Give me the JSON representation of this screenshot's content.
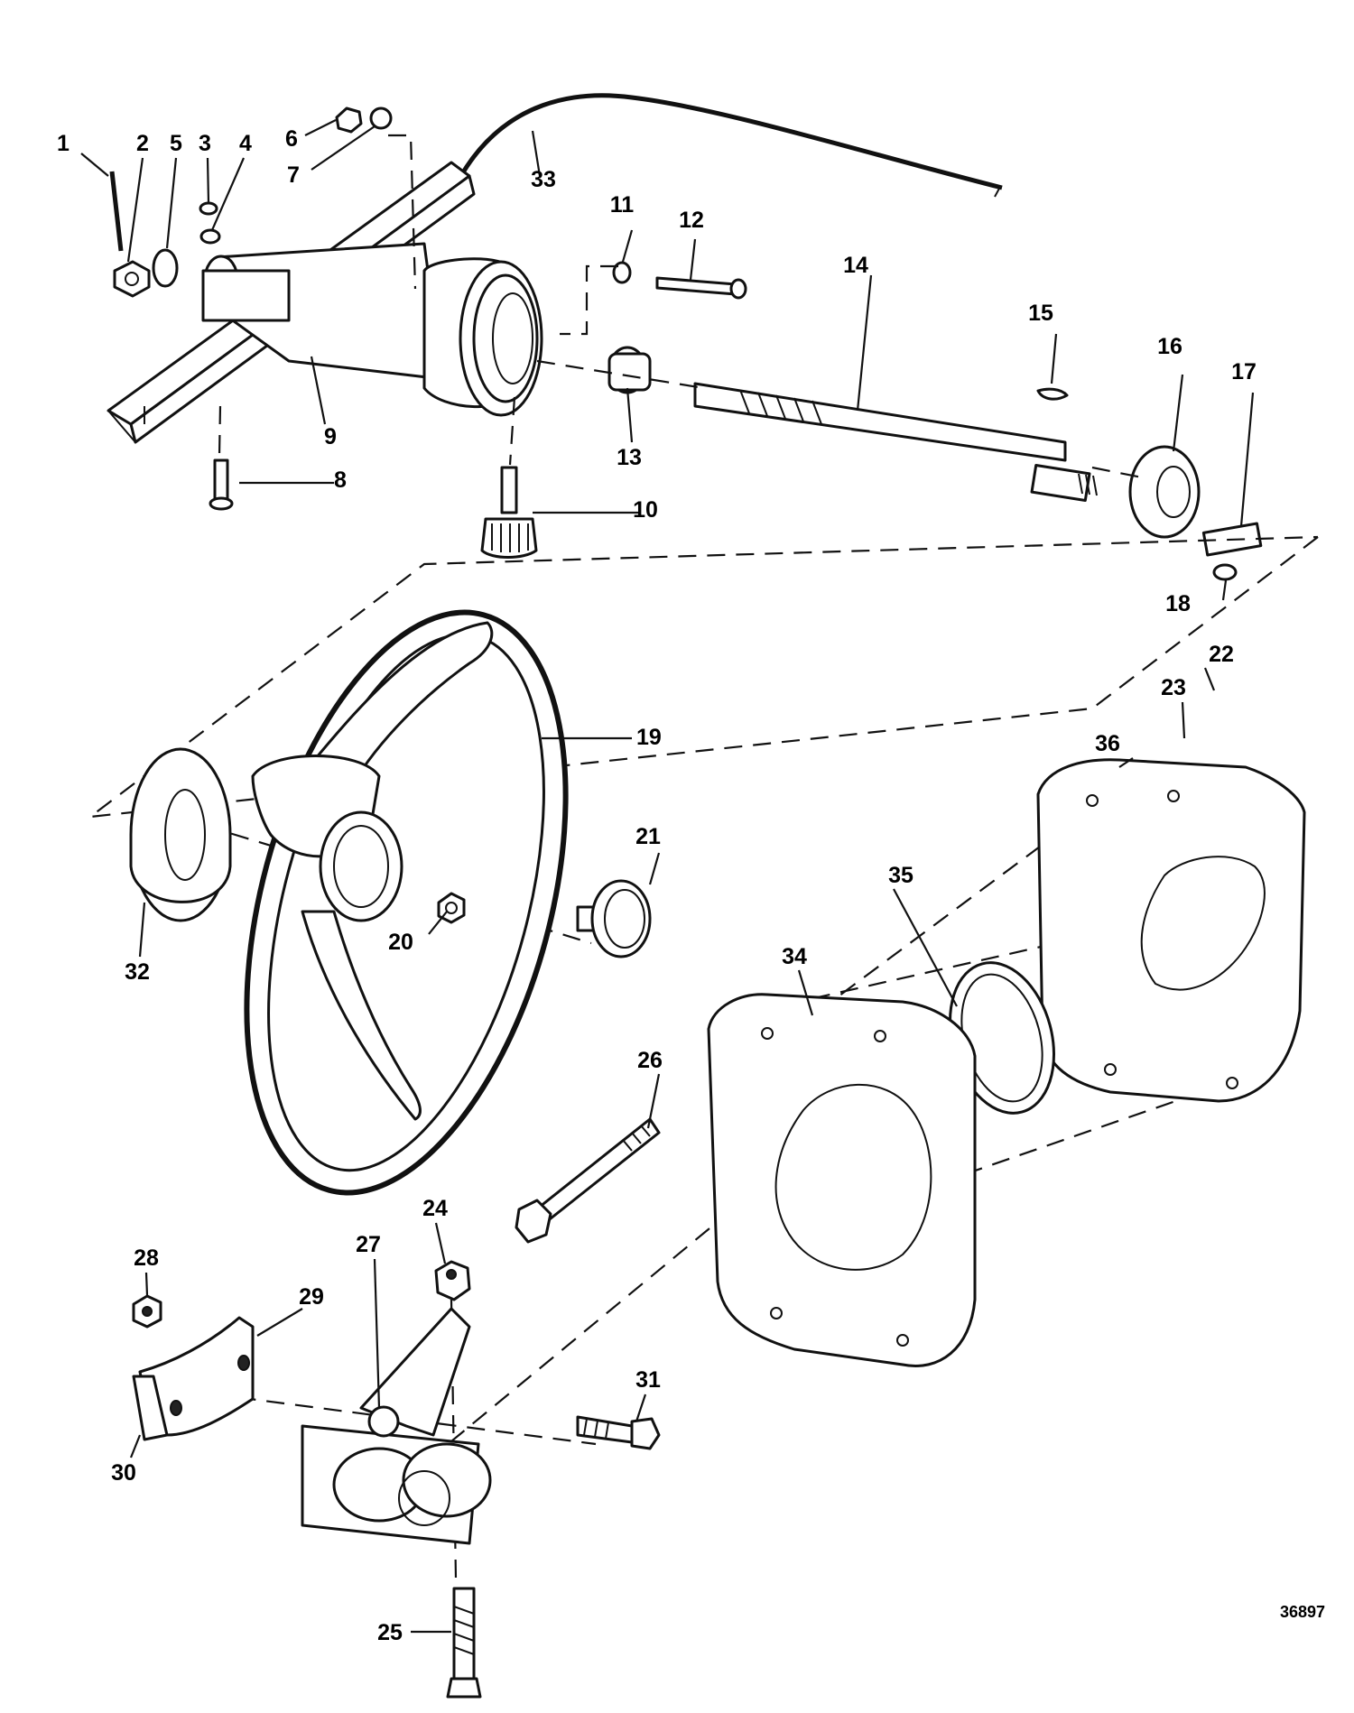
{
  "figure_number": "36897",
  "part_labels": [
    "1",
    "2",
    "3",
    "4",
    "5",
    "6",
    "7",
    "8",
    "9",
    "10",
    "11",
    "12",
    "13",
    "14",
    "15",
    "16",
    "17",
    "18",
    "19",
    "20",
    "21",
    "22",
    "23",
    "24",
    "25",
    "26",
    "27",
    "28",
    "29",
    "30",
    "31",
    "32",
    "33",
    "34",
    "35",
    "36"
  ]
}
